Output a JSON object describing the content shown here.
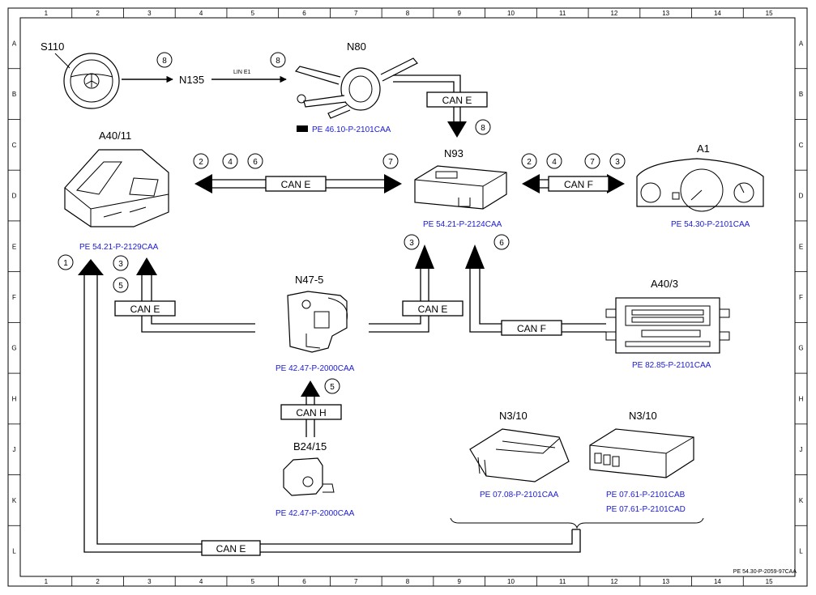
{
  "grid": {
    "cols": [
      "1",
      "2",
      "3",
      "4",
      "5",
      "6",
      "7",
      "8",
      "9",
      "10",
      "11",
      "12",
      "13",
      "14",
      "15"
    ],
    "rows": [
      "A",
      "B",
      "C",
      "D",
      "E",
      "F",
      "G",
      "H",
      "J",
      "K",
      "L"
    ]
  },
  "components": {
    "s110": "S110",
    "n135": "N135",
    "n80": "N80",
    "a40_11": "A40/11",
    "n93": "N93",
    "a1": "A1",
    "n47_5": "N47-5",
    "a40_3": "A40/3",
    "b24_15": "B24/15",
    "n3_10_a": "N3/10",
    "n3_10_b": "N3/10"
  },
  "refs": {
    "n80": "PE 46.10-P-2101CAA",
    "a40_11": "PE 54.21-P-2129CAA",
    "n93": "PE 54.21-P-2124CAA",
    "a1": "PE 54.30-P-2101CAA",
    "n47_5": "PE 42.47-P-2000CAA",
    "a40_3": "PE 82.85-P-2101CAA",
    "b24_15": "PE 42.47-P-2000CAA",
    "n3_10_a": "PE 07.08-P-2101CAA",
    "n3_10_b1": "PE 07.61-P-2101CAB",
    "n3_10_b2": "PE 07.61-P-2101CAD"
  },
  "buses": {
    "lin": "LIN E1",
    "can_e_n80": "CAN E",
    "can_e_top": "CAN E",
    "can_f_top": "CAN F",
    "can_e_left": "CAN E",
    "can_e_mid": "CAN E",
    "can_f_right": "CAN F",
    "can_h": "CAN H",
    "can_e_bottom": "CAN E"
  },
  "circles": {
    "s110_n135": "8",
    "n135_n80": "8",
    "n80_n93": "8",
    "a40_2": "2",
    "a40_4": "4",
    "a40_6": "6",
    "a40_7": "7",
    "a1_2": "2",
    "a1_4": "4",
    "a1_7": "7",
    "a1_3": "3",
    "left_1": "1",
    "left_3": "3",
    "left_5": "5",
    "n93_3": "3",
    "n93_6": "6",
    "n47_5": "5"
  },
  "footer_ref": "PE 54.30-P-2059-97CAA"
}
